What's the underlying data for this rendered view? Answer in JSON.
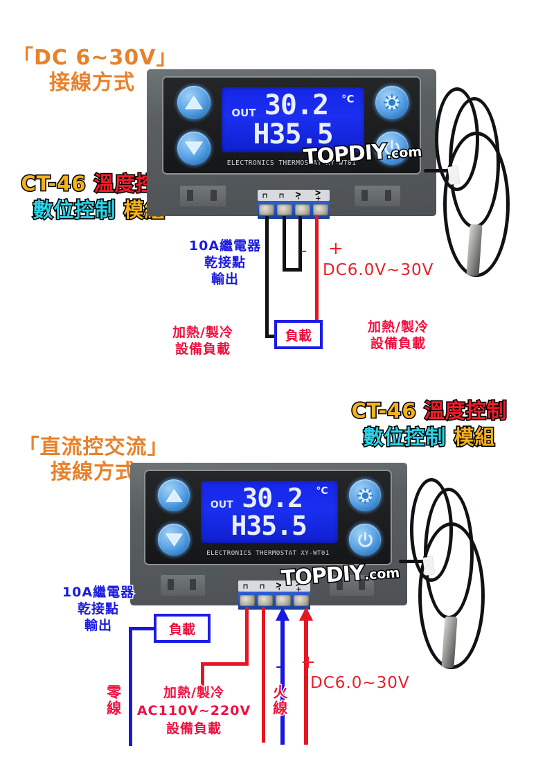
{
  "product": {
    "brand_code": "CT-46",
    "name_red": "溫度控制",
    "name_cyan": "數位控制",
    "name_gold": "模組",
    "model_caption": "ELECTRONICS THERMOSTAT XY-WT01",
    "watermark_big": "TOPDIY",
    "watermark_small": ".com"
  },
  "display": {
    "out_label": "OUT",
    "temperature": "30.2",
    "unit": "°C",
    "setpoint": "H35.5"
  },
  "buttons": {
    "up": "up-arrow",
    "down": "down-arrow",
    "set": "gear",
    "power": "power"
  },
  "terminal": {
    "pins": [
      "⊐",
      "⊐",
      "-V",
      "+V"
    ]
  },
  "panel_dc": {
    "title_line1": "「DC 6~30V」",
    "title_line2": "接線方式",
    "relay_label_l1": "10A繼電器",
    "relay_label_l2": "乾接點",
    "relay_label_l3": "輸出",
    "supply_voltage": "DC6.0V~30V",
    "sign_minus": "-",
    "sign_plus": "+",
    "load_box_label": "負載",
    "load_left_l1": "加熱/製冷",
    "load_left_l2": "設備負載",
    "load_right_l1": "加熱/製冷",
    "load_right_l2": "設備負載"
  },
  "panel_ac": {
    "title_line1": "「直流控交流」",
    "title_line2": "接線方式",
    "relay_label_l1": "10A繼電器",
    "relay_label_l2": "乾接點",
    "relay_label_l3": "輸出",
    "supply_voltage": "DC6.0~30V",
    "sign_minus": "-",
    "sign_plus": "+",
    "load_box_label": "負載",
    "neutral_label": "零線",
    "live_label": "火線",
    "load_l1": "加熱/製冷",
    "load_l2": "AC110V~220V",
    "load_l3": "設備負載"
  },
  "colors": {
    "orange": "#e8812a",
    "red": "#ee1140",
    "blue": "#1a1ae0",
    "cyan": "#29d4e8",
    "gold": "#f5b21c",
    "wire_red": "#e41622",
    "wire_black": "#111111",
    "lcd_blue": "#1a2ff0"
  }
}
